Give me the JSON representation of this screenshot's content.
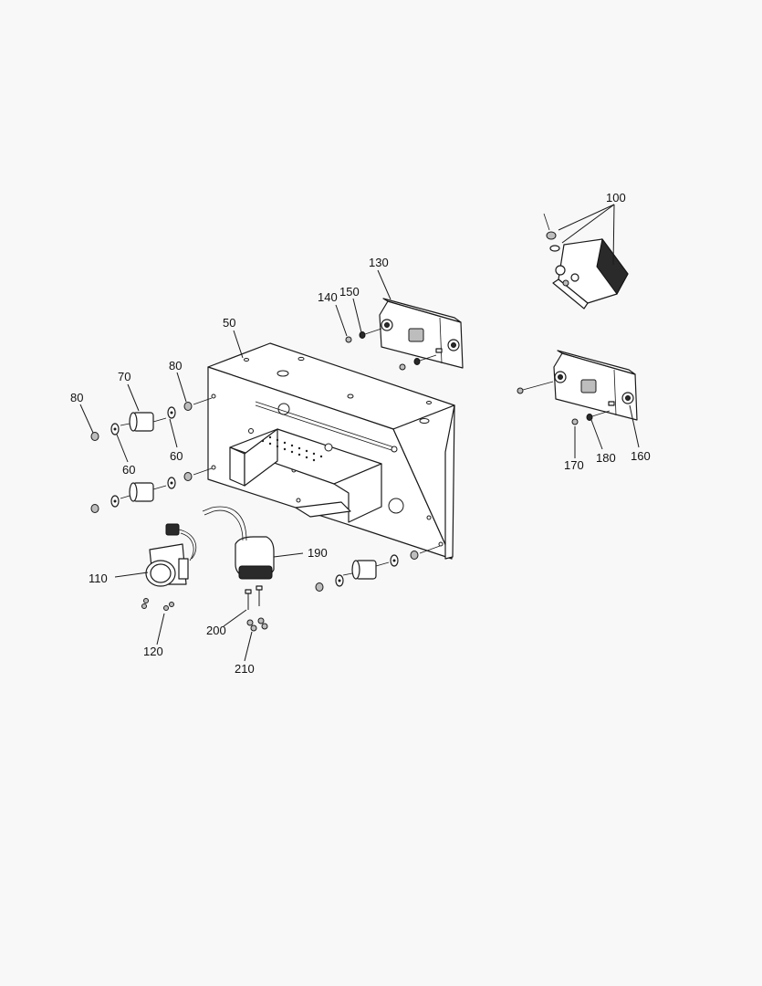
{
  "callouts": [
    {
      "id": "c100",
      "text": "100"
    },
    {
      "id": "c130",
      "text": "130"
    },
    {
      "id": "c140",
      "text": "140"
    },
    {
      "id": "c150",
      "text": "150"
    },
    {
      "id": "c50",
      "text": "50"
    },
    {
      "id": "c80a",
      "text": "80"
    },
    {
      "id": "c70",
      "text": "70"
    },
    {
      "id": "c80b",
      "text": "80"
    },
    {
      "id": "c60a",
      "text": "60"
    },
    {
      "id": "c60b",
      "text": "60"
    },
    {
      "id": "c170",
      "text": "170"
    },
    {
      "id": "c180",
      "text": "180"
    },
    {
      "id": "c160",
      "text": "160"
    },
    {
      "id": "c110",
      "text": "110"
    },
    {
      "id": "c190",
      "text": "190"
    },
    {
      "id": "c120",
      "text": "120"
    },
    {
      "id": "c200",
      "text": "200"
    },
    {
      "id": "c210",
      "text": "210"
    }
  ]
}
